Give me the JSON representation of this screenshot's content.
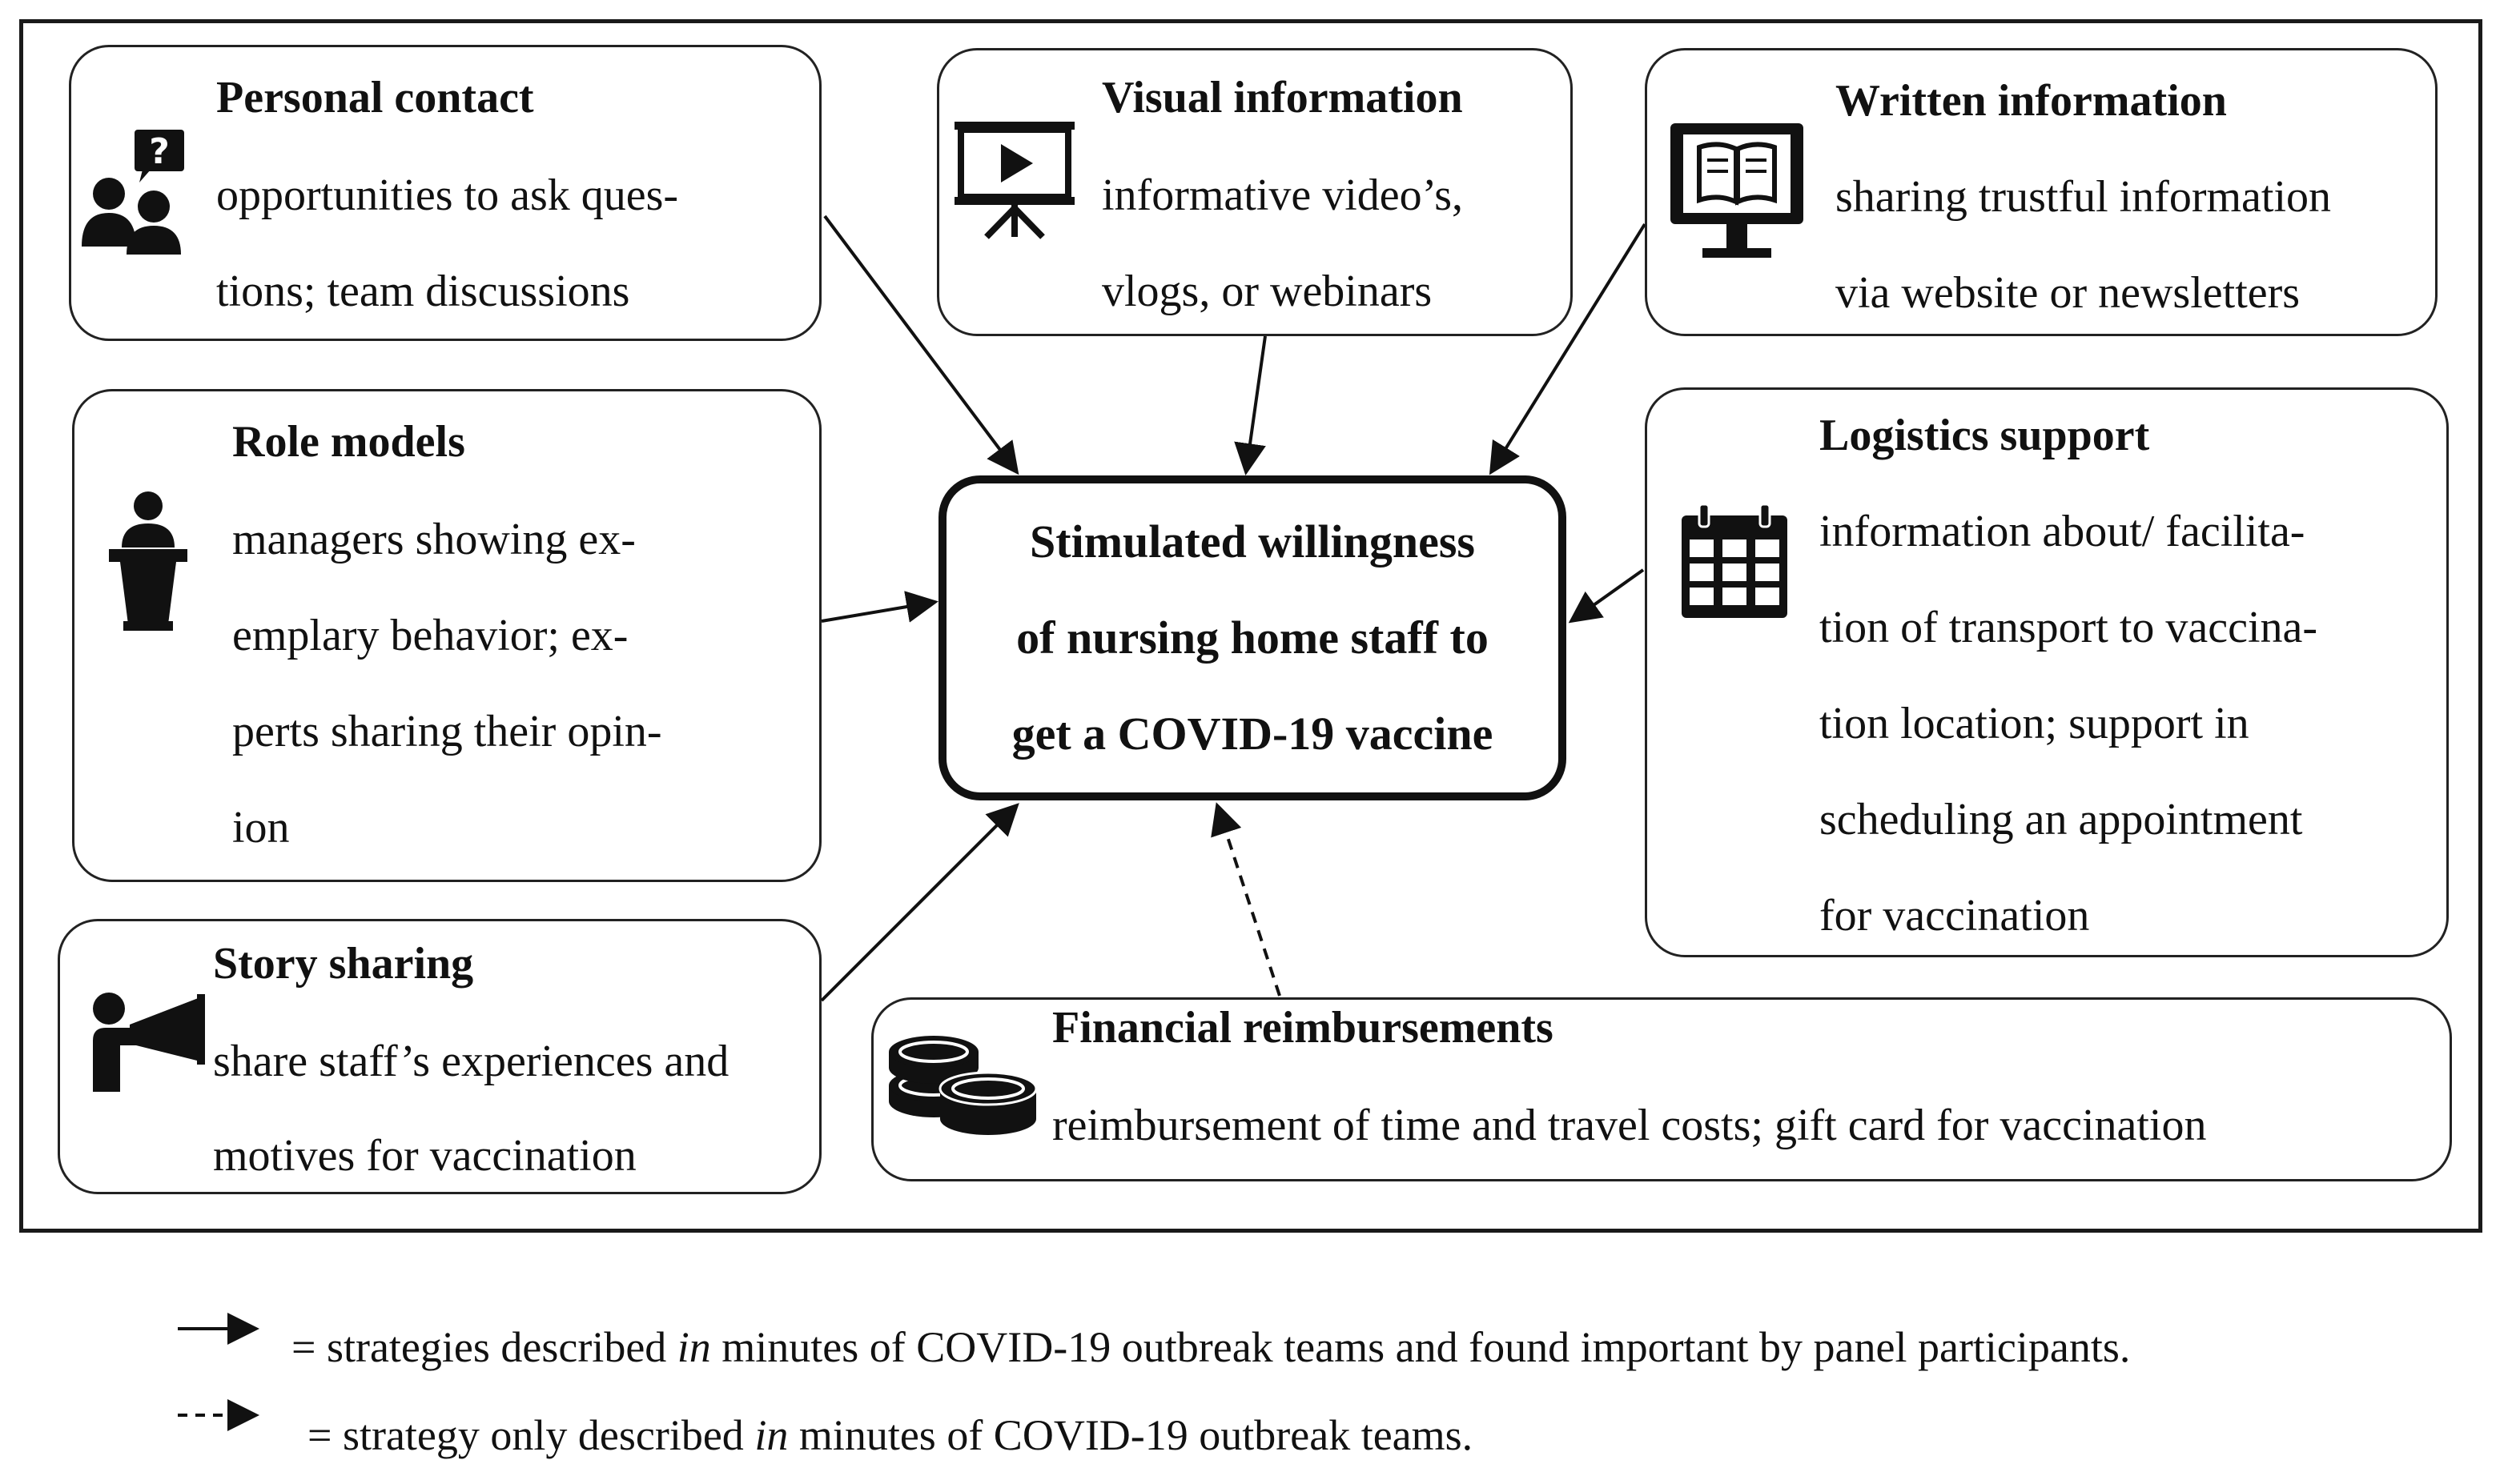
{
  "boxes": {
    "personal_contact": {
      "title": "Personal contact",
      "lines": [
        "opportunities to ask ques-",
        "tions; team discussions"
      ],
      "icon": "people-question-icon"
    },
    "visual_information": {
      "title": "Visual information",
      "lines": [
        "informative video’s,",
        "vlogs, or webinars"
      ],
      "icon": "video-presentation-icon"
    },
    "written_information": {
      "title": "Written information",
      "lines": [
        "sharing trustful information",
        "via website or newsletters"
      ],
      "icon": "monitor-book-icon"
    },
    "role_models": {
      "title": "Role models",
      "lines": [
        "managers showing ex-",
        "emplary behavior; ex-",
        "perts sharing their opin-",
        "ion"
      ],
      "icon": "speaker-podium-icon"
    },
    "logistics_support": {
      "title": "Logistics support",
      "lines": [
        "information about/ facilita-",
        "tion of transport to vaccina-",
        "tion location; support in",
        "scheduling an appointment",
        "for vaccination"
      ],
      "icon": "calendar-icon"
    },
    "story_sharing": {
      "title": "Story sharing",
      "lines": [
        "share staff’s experiences and",
        "motives for vaccination"
      ],
      "icon": "megaphone-person-icon"
    },
    "financial_reimbursements": {
      "title": "Financial reimbursements",
      "lines": [
        "reimbursement of time and travel costs; gift card for vaccination"
      ],
      "icon": "coins-icon"
    }
  },
  "center": {
    "lines": [
      "Stimulated willingness",
      "of nursing home staff to",
      "get a COVID-19 vaccine"
    ]
  },
  "legend": {
    "solid": {
      "pre": "= strategies described ",
      "italic": "in",
      "post": " minutes of COVID-19 outbreak teams and found important by panel participants."
    },
    "dashed": {
      "pre": "= strategy only described ",
      "italic": "in",
      "post": " minutes of COVID-19 outbreak teams."
    }
  }
}
